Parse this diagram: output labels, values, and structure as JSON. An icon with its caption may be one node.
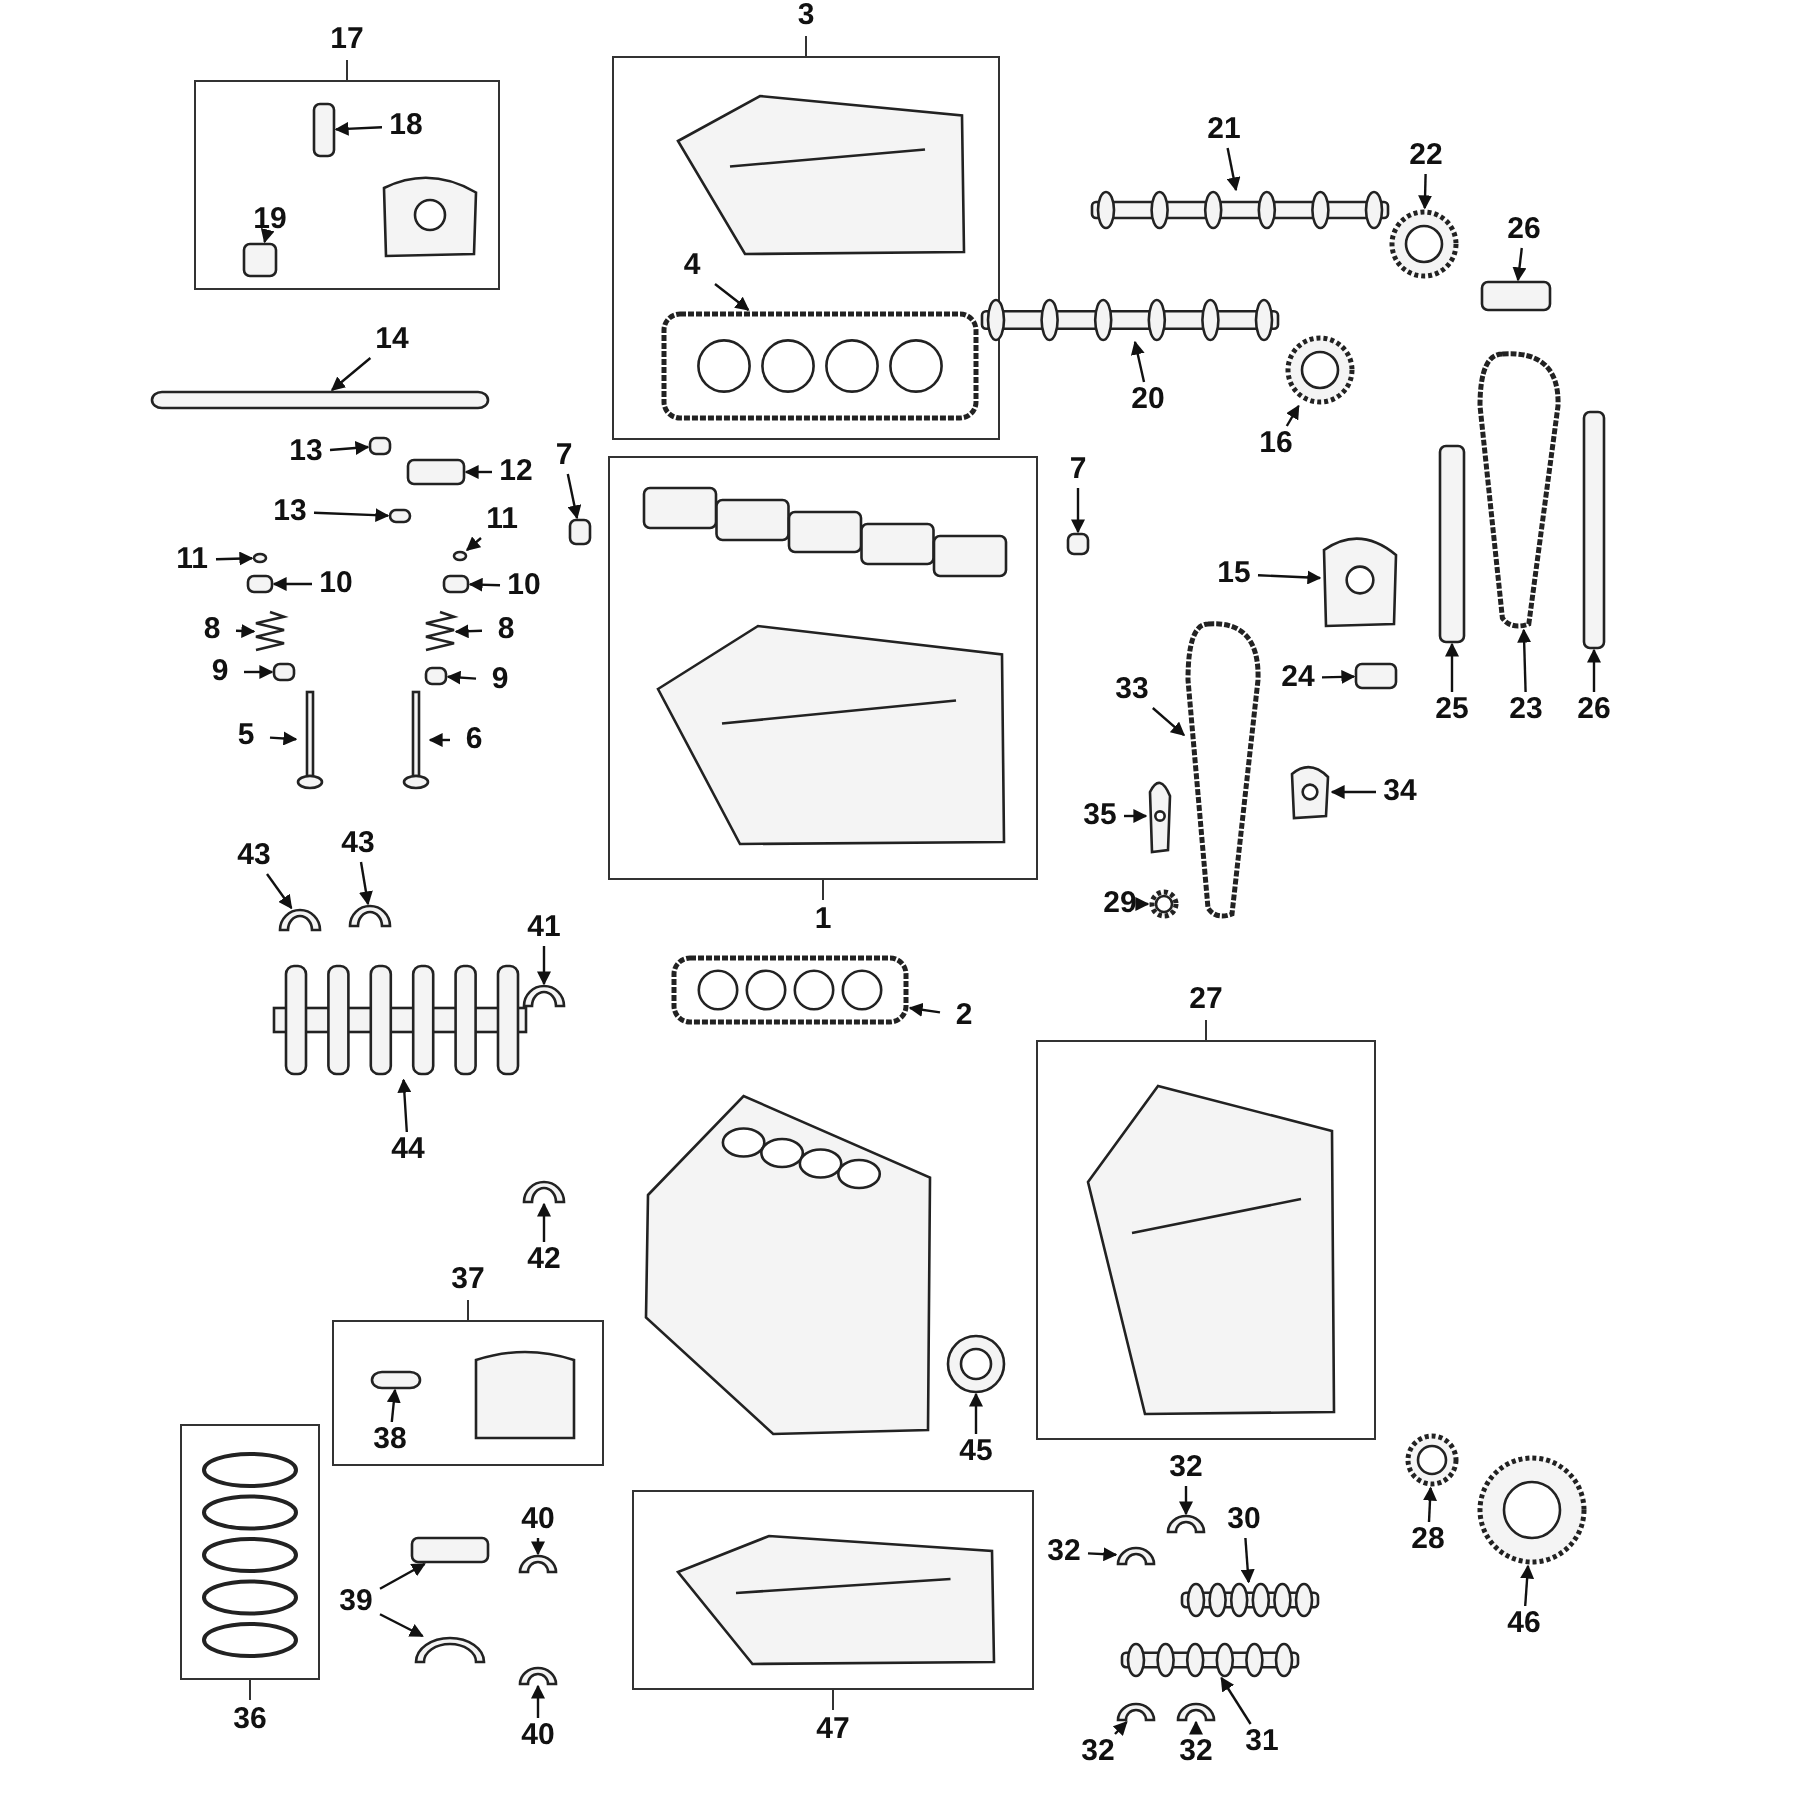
{
  "diagram": {
    "nodes": [
      {
        "text": [
          "17"
        ]
      },
      {
        "text": [
          "18"
        ],
        "in": 0
      },
      {
        "text": [],
        "shape": "box",
        "in": 0
      },
      {
        "text": [
          "19"
        ],
        "in": 0
      },
      {
        "text": [],
        "shape": "box",
        "in": 0
      },
      {
        "text": [
          "3"
        ]
      },
      {
        "text": [
          "4"
        ],
        "in": 5
      },
      {
        "text": [],
        "shape": "picture",
        "in": 5
      },
      {
        "text": [
          "21"
        ]
      },
      {
        "text": [],
        "shape": "picture"
      },
      {
        "text": [
          "22"
        ]
      },
      {
        "text": [],
        "shape": "picture"
      },
      {
        "text": [
          "26"
        ]
      },
      {
        "text": [],
        "shape": "box"
      },
      {
        "text": [
          "14"
        ]
      },
      {
        "text": [],
        "shape": "bar"
      },
      {
        "text": [
          "20"
        ]
      },
      {
        "text": [],
        "shape": "picture"
      },
      {
        "text": [
          "16"
        ]
      },
      {
        "text": [],
        "shape": "picture"
      },
      {
        "text": [
          "13"
        ]
      },
      {
        "text": [],
        "shape": "box"
      },
      {
        "text": [
          "12"
        ]
      },
      {
        "text": [],
        "shape": "box"
      },
      {
        "text": [
          "7"
        ]
      },
      {
        "text": [],
        "shape": "box"
      },
      {
        "text": [
          "1"
        ]
      },
      {
        "text": [
          "7"
        ]
      },
      {
        "text": [],
        "shape": "box"
      },
      {
        "text": [
          "13"
        ]
      },
      {
        "text": [],
        "shape": "box"
      },
      {
        "text": [
          "11"
        ]
      },
      {
        "text": [],
        "shape": "circle"
      },
      {
        "text": [
          "11"
        ]
      },
      {
        "text": [],
        "shape": "circle"
      },
      {
        "text": [
          "10"
        ]
      },
      {
        "text": [],
        "shape": "box"
      },
      {
        "text": [
          "10"
        ]
      },
      {
        "text": [],
        "shape": "box"
      },
      {
        "text": [
          "15"
        ]
      },
      {
        "text": [],
        "shape": "picture"
      },
      {
        "text": [
          "8"
        ]
      },
      {
        "text": [],
        "shape": "picture"
      },
      {
        "text": [
          "8"
        ]
      },
      {
        "text": [],
        "shape": "picture"
      },
      {
        "text": [
          "9"
        ]
      },
      {
        "text": [],
        "shape": "box"
      },
      {
        "text": [
          "9"
        ]
      },
      {
        "text": [],
        "shape": "box"
      },
      {
        "text": [
          "24"
        ]
      },
      {
        "text": [],
        "shape": "box"
      },
      {
        "text": [
          "33"
        ]
      },
      {
        "text": [],
        "shape": "picture"
      },
      {
        "text": [
          "25"
        ]
      },
      {
        "text": [],
        "shape": "box"
      },
      {
        "text": [
          "23"
        ]
      },
      {
        "text": [],
        "shape": "picture"
      },
      {
        "text": [
          "26"
        ]
      },
      {
        "text": [],
        "shape": "box"
      },
      {
        "text": [
          "5"
        ]
      },
      {
        "text": [],
        "shape": "picture"
      },
      {
        "text": [
          "6"
        ]
      },
      {
        "text": [],
        "shape": "picture"
      },
      {
        "text": [
          "34"
        ]
      },
      {
        "text": [],
        "shape": "picture"
      },
      {
        "text": [
          "35"
        ]
      },
      {
        "text": [],
        "shape": "picture"
      },
      {
        "text": [
          "43"
        ]
      },
      {
        "text": [],
        "shape": "picture"
      },
      {
        "text": [
          "43"
        ]
      },
      {
        "text": [],
        "shape": "picture"
      },
      {
        "text": [
          "29"
        ]
      },
      {
        "text": [],
        "shape": "picture"
      },
      {
        "text": [
          "41"
        ]
      },
      {
        "text": [],
        "shape": "picture"
      },
      {
        "text": [
          "27"
        ]
      },
      {
        "text": [
          "2"
        ]
      },
      {
        "text": [],
        "shape": "picture"
      },
      {
        "text": [
          "44"
        ]
      },
      {
        "text": [],
        "shape": "picture"
      },
      {
        "text": [
          "42"
        ]
      },
      {
        "text": [],
        "shape": "picture"
      },
      {
        "text": [
          "37"
        ]
      },
      {
        "text": [
          "38"
        ],
        "in": 82
      },
      {
        "text": [],
        "shape": "bar",
        "in": 82
      },
      {
        "text": [
          "36"
        ]
      },
      {
        "text": [
          "47"
        ]
      },
      {
        "text": [
          "45"
        ]
      },
      {
        "text": [],
        "shape": "picture"
      },
      {
        "text": [
          "32"
        ]
      },
      {
        "text": [],
        "shape": "picture"
      },
      {
        "text": [
          "30"
        ]
      },
      {
        "text": [],
        "shape": "picture"
      },
      {
        "text": [
          "28"
        ]
      },
      {
        "text": [],
        "shape": "picture"
      },
      {
        "text": [
          "40"
        ]
      },
      {
        "text": [],
        "shape": "picture"
      },
      {
        "text": [
          "32"
        ]
      },
      {
        "text": [],
        "shape": "picture"
      },
      {
        "text": [
          "39"
        ]
      },
      {
        "text": [],
        "shape": "box"
      },
      {
        "text": [],
        "shape": "picture"
      },
      {
        "text": [
          "46"
        ]
      },
      {
        "text": [],
        "shape": "picture"
      },
      {
        "text": [
          "40"
        ]
      },
      {
        "text": [],
        "shape": "picture"
      },
      {
        "text": [
          "31"
        ]
      },
      {
        "text": [],
        "shape": "picture"
      },
      {
        "text": [
          "32"
        ]
      },
      {
        "text": [],
        "shape": "picture"
      },
      {
        "text": [
          "32"
        ]
      },
      {
        "text": [],
        "shape": "picture"
      }
    ],
    "edges": [
      {
        "from": 1,
        "to": 2,
        "arrow": "to"
      },
      {
        "from": 3,
        "to": 4,
        "arrow": "to"
      },
      {
        "from": 6,
        "to": 7,
        "arrow": "to"
      },
      {
        "from": 8,
        "to": 9,
        "arrow": "to"
      },
      {
        "from": 10,
        "to": 11,
        "arrow": "to"
      },
      {
        "from": 12,
        "to": 13,
        "arrow": "to"
      },
      {
        "from": 14,
        "to": 15,
        "arrow": "to"
      },
      {
        "from": 16,
        "to": 17,
        "arrow": "to"
      },
      {
        "from": 18,
        "to": 19,
        "arrow": "to"
      },
      {
        "from": 20,
        "to": 21,
        "arrow": "to"
      },
      {
        "from": 22,
        "to": 23,
        "arrow": "to"
      },
      {
        "from": 24,
        "to": 25,
        "arrow": "to"
      },
      {
        "from": 27,
        "to": 28,
        "arrow": "to"
      },
      {
        "from": 29,
        "to": 30,
        "arrow": "to"
      },
      {
        "from": 31,
        "to": 32,
        "arrow": "to"
      },
      {
        "from": 33,
        "to": 34,
        "arrow": "to"
      },
      {
        "from": 35,
        "to": 36,
        "arrow": "to"
      },
      {
        "from": 37,
        "to": 38,
        "arrow": "to"
      },
      {
        "from": 39,
        "to": 40,
        "arrow": "to"
      },
      {
        "from": 41,
        "to": 42,
        "arrow": "to"
      },
      {
        "from": 43,
        "to": 44,
        "arrow": "to"
      },
      {
        "from": 45,
        "to": 46,
        "arrow": "to"
      },
      {
        "from": 47,
        "to": 48,
        "arrow": "to"
      },
      {
        "from": 49,
        "to": 50,
        "arrow": "to"
      },
      {
        "from": 51,
        "to": 52,
        "arrow": "to"
      },
      {
        "from": 53,
        "to": 54,
        "arrow": "to"
      },
      {
        "from": 55,
        "to": 56,
        "arrow": "to"
      },
      {
        "from": 57,
        "to": 58,
        "arrow": "to"
      },
      {
        "from": 59,
        "to": 60,
        "arrow": "to"
      },
      {
        "from": 61,
        "to": 62,
        "arrow": "to"
      },
      {
        "from": 63,
        "to": 64,
        "arrow": "to"
      },
      {
        "from": 65,
        "to": 66,
        "arrow": "to"
      },
      {
        "from": 67,
        "to": 68,
        "arrow": "to"
      },
      {
        "from": 69,
        "to": 70,
        "arrow": "to"
      },
      {
        "from": 71,
        "to": 72,
        "arrow": "to"
      },
      {
        "from": 73,
        "to": 74,
        "arrow": "to"
      },
      {
        "from": 76,
        "to": 77,
        "arrow": "to"
      },
      {
        "from": 78,
        "to": 79,
        "arrow": "to"
      },
      {
        "from": 80,
        "to": 81,
        "arrow": "to"
      },
      {
        "from": 83,
        "to": 84,
        "arrow": "to"
      },
      {
        "from": 87,
        "to": 88,
        "arrow": "to"
      },
      {
        "from": 89,
        "to": 90,
        "arrow": "to"
      },
      {
        "from": 91,
        "to": 92,
        "arrow": "to"
      },
      {
        "from": 93,
        "to": 94,
        "arrow": "to"
      },
      {
        "from": 95,
        "to": 96,
        "arrow": "to"
      },
      {
        "from": 97,
        "to": 98,
        "arrow": "to"
      },
      {
        "from": 99,
        "to": 100,
        "arrow": "to"
      },
      {
        "from": 99,
        "to": 101,
        "arrow": "to"
      },
      {
        "from": 102,
        "to": 103,
        "arrow": "to"
      },
      {
        "from": 104,
        "to": 105,
        "arrow": "to"
      },
      {
        "from": 106,
        "to": 107,
        "arrow": "to"
      },
      {
        "from": 108,
        "to": 109,
        "arrow": "to"
      },
      {
        "from": 110,
        "to": 111,
        "arrow": "to"
      }
    ]
  }
}
